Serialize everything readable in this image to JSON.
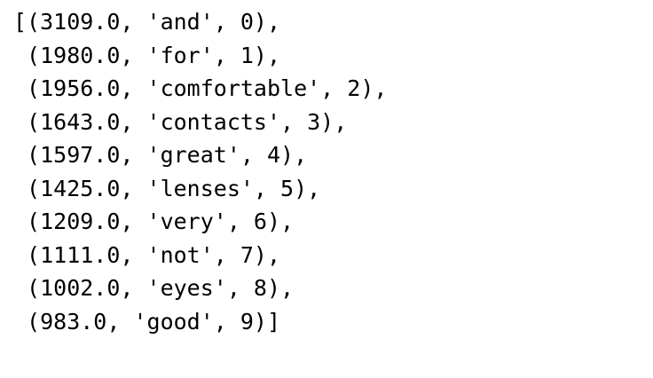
{
  "output": {
    "lines": [
      "[(3109.0, 'and', 0),",
      " (1980.0, 'for', 1),",
      " (1956.0, 'comfortable', 2),",
      " (1643.0, 'contacts', 3),",
      " (1597.0, 'great', 4),",
      " (1425.0, 'lenses', 5),",
      " (1209.0, 'very', 6),",
      " (1111.0, 'not', 7),",
      " (1002.0, 'eyes', 8),",
      " (983.0, 'good', 9)]"
    ]
  }
}
